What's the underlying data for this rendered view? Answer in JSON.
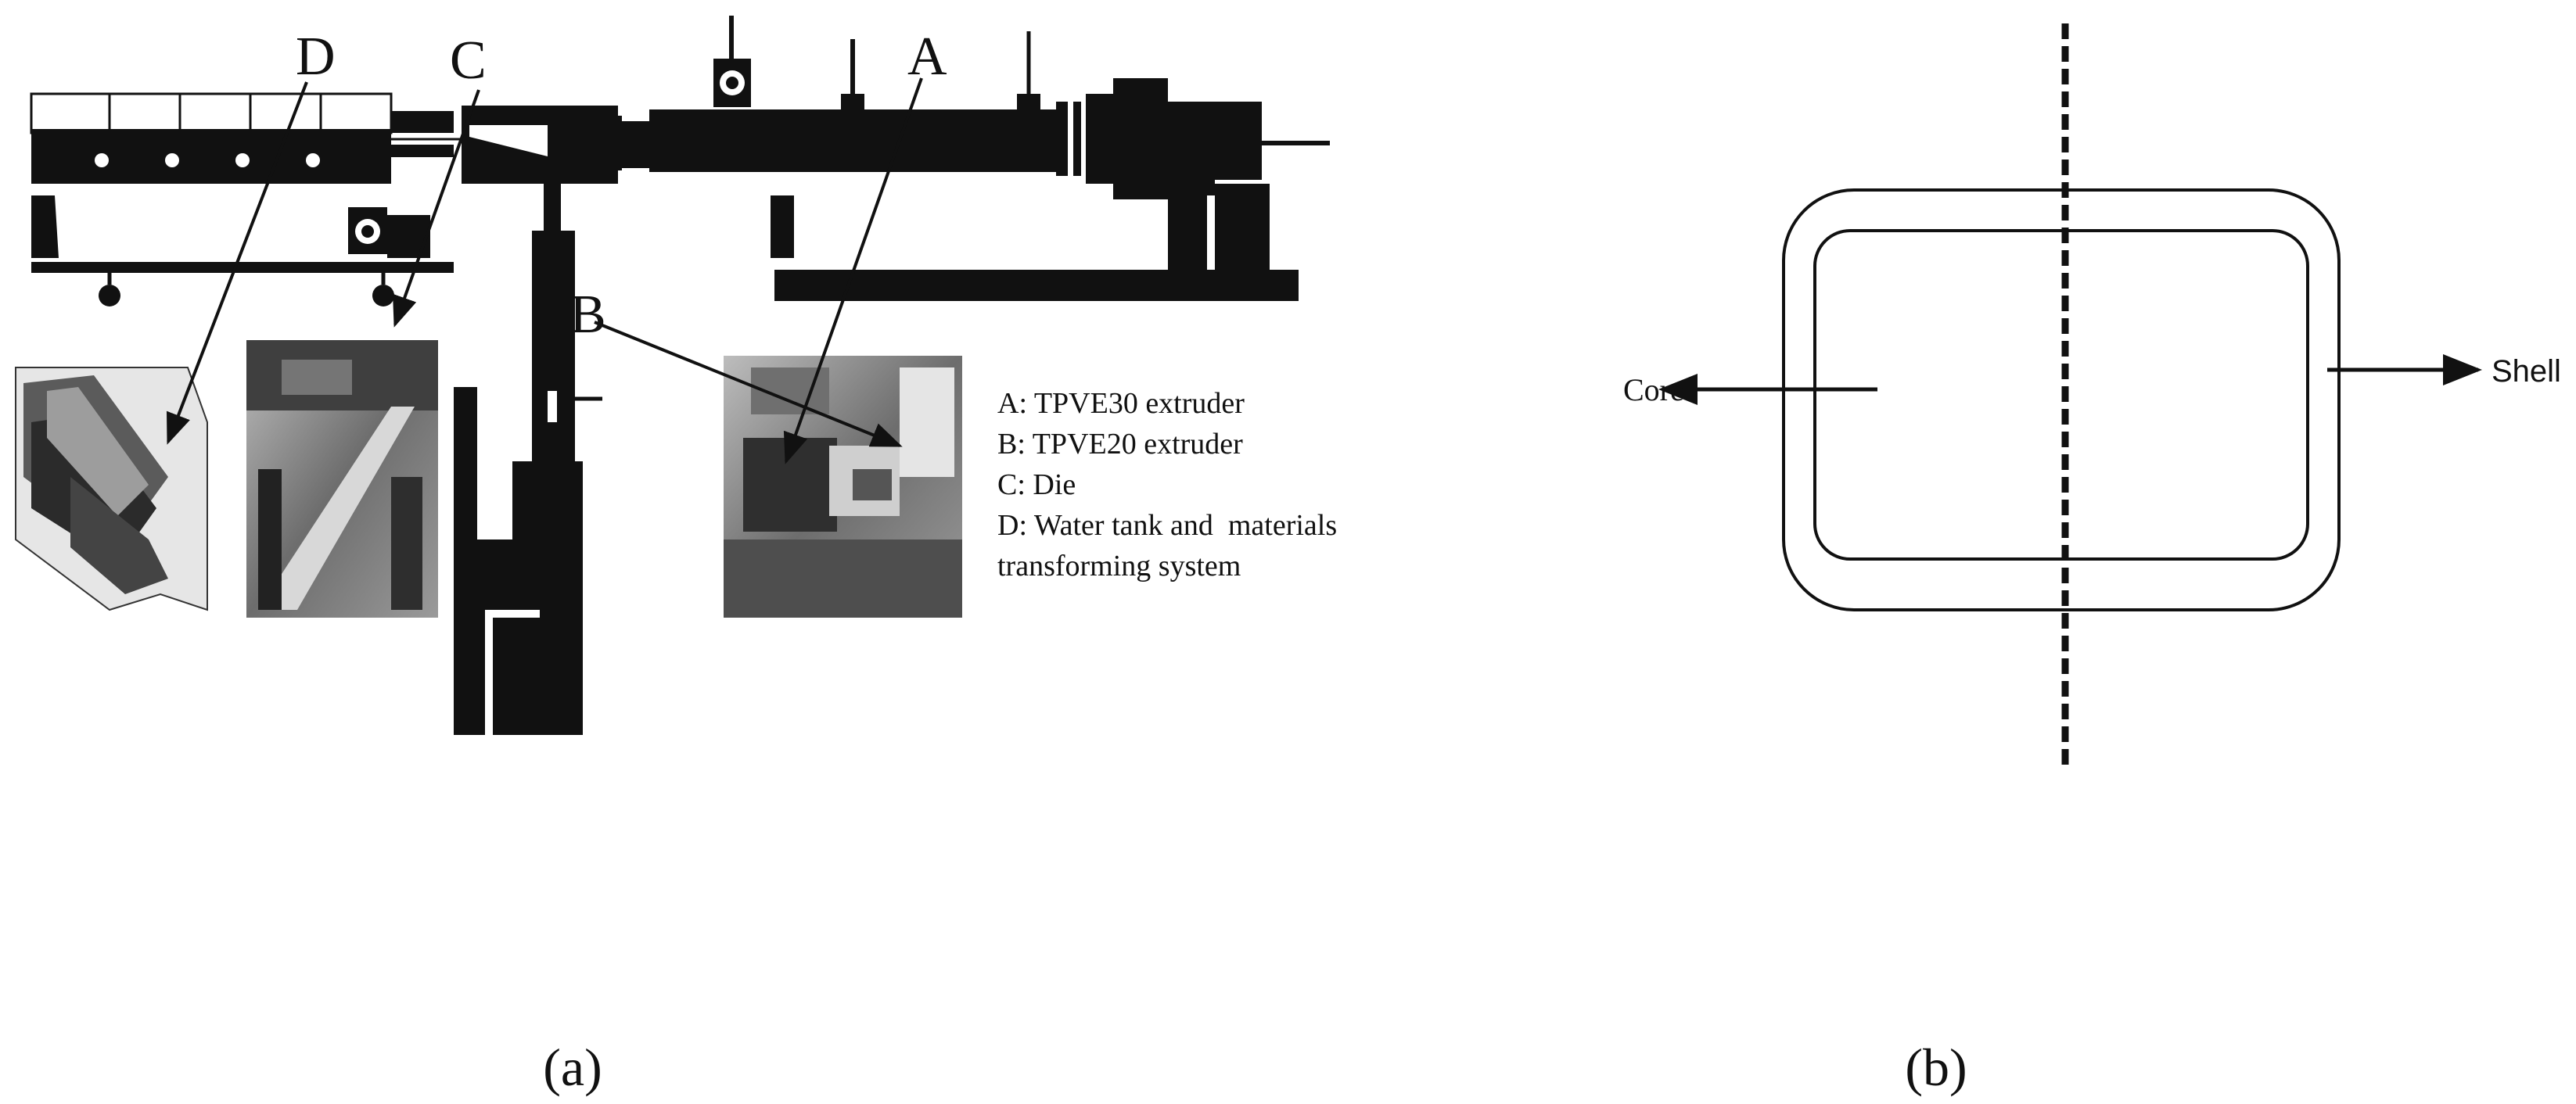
{
  "panel_a": {
    "caption": "(a)",
    "callouts": {
      "d": "D",
      "c": "C",
      "a": "A",
      "b": "B"
    },
    "legend": [
      "A: TPVE30 extruder",
      "B: TPVE20 extruder",
      "C: Die",
      "D: Water tank and  materials",
      "transforming system"
    ]
  },
  "panel_b": {
    "caption": "(b)",
    "core_label": "Core",
    "shell_label": "Shell"
  }
}
